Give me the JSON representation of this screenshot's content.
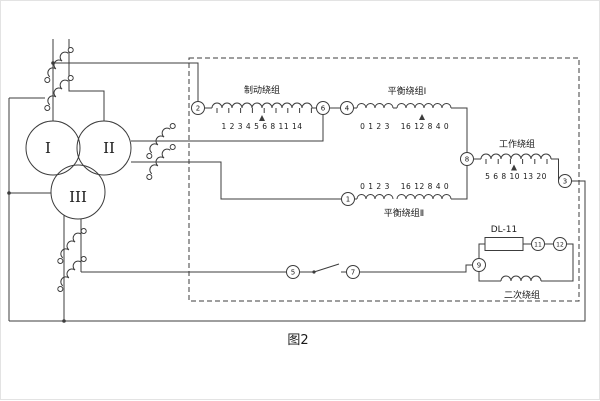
{
  "caption": "图2",
  "transformer": {
    "w1": "I",
    "w2": "II",
    "w3": "III"
  },
  "windings": {
    "braking": {
      "label": "制动绕组",
      "taps": "1 2 3 4 5 6 8 11 14"
    },
    "balance1": {
      "label": "平衡绕组Ⅰ",
      "taps_left": "0 1 2 3",
      "taps_right": "16 12 8 4 0"
    },
    "balance2": {
      "label": "平衡绕组Ⅱ",
      "taps_left": "0 1 2 3",
      "taps_right": "16 12 8 4 0"
    },
    "working": {
      "label": "工作绕组",
      "taps": "5 6 8 10 13 20"
    },
    "secondary": {
      "label": "二次绕组"
    },
    "relay": {
      "label": "DL-11"
    }
  },
  "terminals": {
    "t1": "1",
    "t2": "2",
    "t3": "3",
    "t4": "4",
    "t5": "5",
    "t6": "6",
    "t7": "7",
    "t8": "8",
    "t9": "9",
    "t11": "11",
    "t12": "12"
  },
  "colors": {
    "line": "#3c3c3c",
    "background": "#ffffff"
  }
}
